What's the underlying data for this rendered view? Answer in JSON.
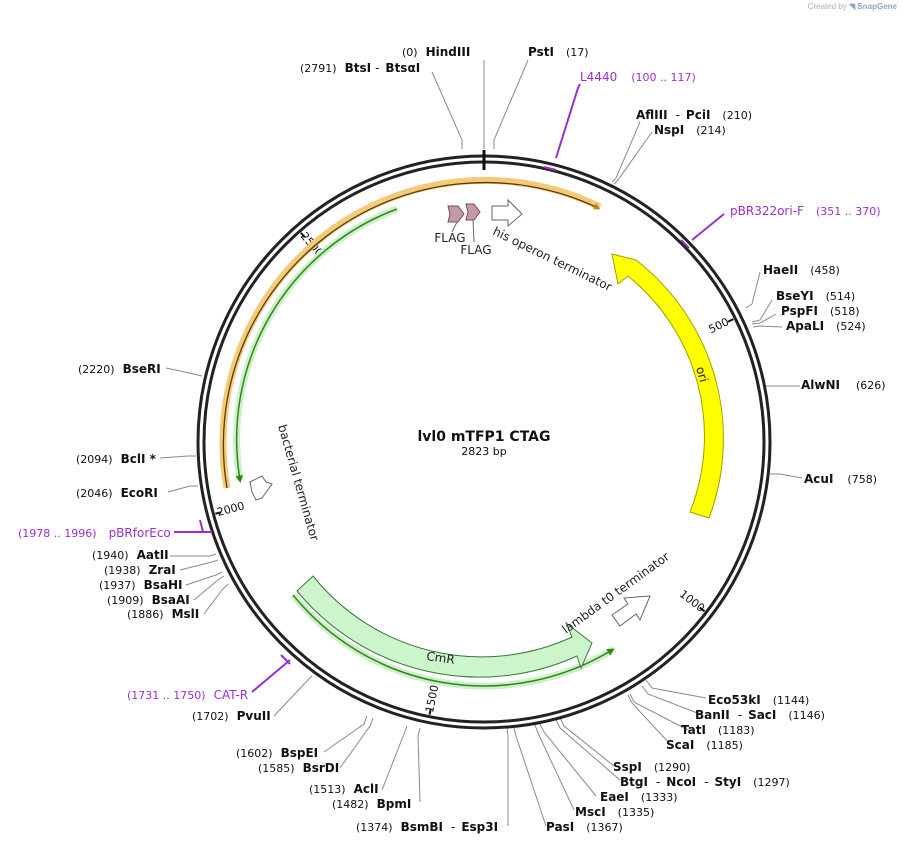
{
  "credit": {
    "prefix": "Created by",
    "brand": "SnapGene"
  },
  "plasmid": {
    "name": "lvl0 mTFP1 CTAG",
    "length": "2823 bp"
  },
  "ticks": [
    {
      "label": "500",
      "pos": 500
    },
    {
      "label": "1000",
      "pos": 1000
    },
    {
      "label": "1500",
      "pos": 1500
    },
    {
      "label": "2000",
      "pos": 2000
    },
    {
      "label": "2500",
      "pos": 2500
    }
  ],
  "sites": [
    {
      "name": "HindIII",
      "num": "(0)"
    },
    {
      "name": "PstI",
      "num": "(17)"
    },
    {
      "name": "BtsI",
      "name2": "BtsαI",
      "num": "(2791)"
    },
    {
      "name": "AflIII",
      "name2": "PciI",
      "num": "(210)"
    },
    {
      "name": "NspI",
      "num": "(214)"
    },
    {
      "name": "HaeII",
      "num": "(458)"
    },
    {
      "name": "BseYI",
      "num": "(514)"
    },
    {
      "name": "PspFI",
      "num": "(518)"
    },
    {
      "name": "ApaLI",
      "num": "(524)"
    },
    {
      "name": "AlwNI",
      "num": "(626)"
    },
    {
      "name": "AcuI",
      "num": "(758)"
    },
    {
      "name": "Eco53kI",
      "num": "(1144)"
    },
    {
      "name": "BanII",
      "name2": "SacI",
      "num": "(1146)"
    },
    {
      "name": "TatI",
      "num": "(1183)"
    },
    {
      "name": "ScaI",
      "num": "(1185)"
    },
    {
      "name": "SspI",
      "num": "(1290)"
    },
    {
      "name": "BtgI",
      "name2": "NcoI",
      "name3": "StyI",
      "num": "(1297)"
    },
    {
      "name": "EaeI",
      "num": "(1333)"
    },
    {
      "name": "MscI",
      "num": "(1335)"
    },
    {
      "name": "PasI",
      "num": "(1367)"
    },
    {
      "name": "BsmBI",
      "name2": "Esp3I",
      "num": "(1374)"
    },
    {
      "name": "BpmI",
      "num": "(1482)"
    },
    {
      "name": "AclI",
      "num": "(1513)"
    },
    {
      "name": "BsrDI",
      "num": "(1585)"
    },
    {
      "name": "BspEI",
      "num": "(1602)"
    },
    {
      "name": "PvuII",
      "num": "(1702)"
    },
    {
      "name": "MslI",
      "num": "(1886)"
    },
    {
      "name": "BsaAI",
      "num": "(1909)"
    },
    {
      "name": "BsaHI",
      "num": "(1937)"
    },
    {
      "name": "ZraI",
      "num": "(1938)"
    },
    {
      "name": "AatII",
      "num": "(1940)"
    },
    {
      "name": "EcoRI",
      "num": "(2046)"
    },
    {
      "name": "BclI *",
      "num": "(2094)"
    },
    {
      "name": "BseRI",
      "num": "(2220)"
    }
  ],
  "primers": [
    {
      "name": "L4440",
      "range": "(100 .. 117)"
    },
    {
      "name": "pBR322ori-F",
      "range": "(351 .. 370)"
    },
    {
      "name": "pBRforEco",
      "range": "(1978 .. 1996)"
    },
    {
      "name": "CAT-R",
      "range": "(1731 .. 1750)"
    }
  ],
  "features": [
    {
      "name": "ori"
    },
    {
      "name": "CmR"
    },
    {
      "name": "his operon terminator"
    },
    {
      "name": "lambda t0 terminator"
    },
    {
      "name": "bacterial terminator"
    },
    {
      "name": "FLAG"
    },
    {
      "name": "FLAG"
    }
  ],
  "colors": {
    "backbone": "#222222",
    "ori": "#ffff00",
    "cmr": "#ccf5cc",
    "flag": "#c49aaa",
    "primer": "#9a2ed0",
    "orange_track": "#f3c97a",
    "green_track": "#2a8a10"
  }
}
